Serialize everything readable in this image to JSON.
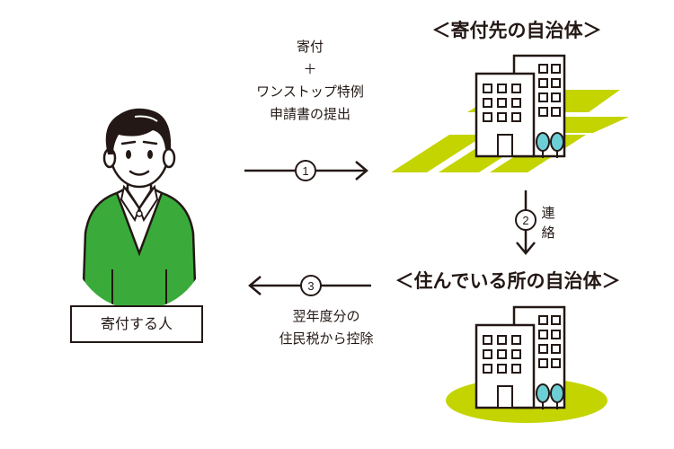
{
  "person": {
    "label": "寄付する人"
  },
  "destination": {
    "title": "＜寄付先の自治体＞"
  },
  "residence": {
    "title": "＜住んでいる所の自治体＞"
  },
  "step1": {
    "number": "1",
    "lines": [
      "寄付",
      "＋",
      "ワンストップ特例",
      "申請書の提出"
    ]
  },
  "step2": {
    "number": "2",
    "lines": [
      "連",
      "絡"
    ]
  },
  "step3": {
    "number": "3",
    "lines": [
      "翌年度分の",
      "住民税から控除"
    ]
  },
  "colors": {
    "shirt_green": "#3aab3a",
    "lime": "#c4d400",
    "line": "#231815",
    "tree_teal": "#6ccfd6"
  },
  "icons": {
    "person": "man-in-green-sweater-illustration",
    "building": "office-building-illustration",
    "tree": "tree-icon"
  }
}
